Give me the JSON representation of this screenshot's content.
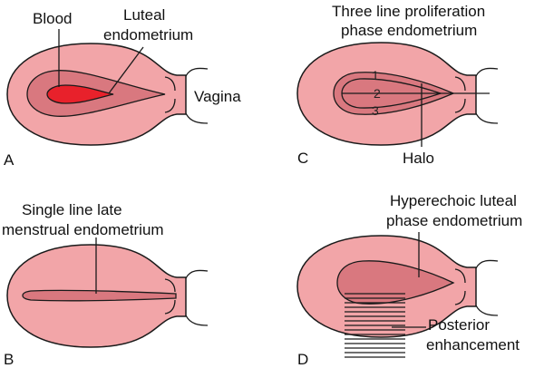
{
  "colors": {
    "uterus_fill": "#f2a5a8",
    "endometrium_fill": "#d9787f",
    "blood_fill": "#e8212b",
    "outline": "#1a1a1a",
    "background": "#ffffff"
  },
  "panels": {
    "a": {
      "letter": "A",
      "blood_label": "Blood",
      "endometrium_label_line1": "Luteal",
      "endometrium_label_line2": "endometrium",
      "vagina_label": "Vagina"
    },
    "b": {
      "letter": "B",
      "label_line1": "Single line late",
      "label_line2": "menstrual endometrium"
    },
    "c": {
      "letter": "C",
      "label_line1": "Three line proliferation",
      "label_line2": "phase endometrium",
      "line_numbers": [
        "1",
        "2",
        "3"
      ],
      "halo_label": "Halo"
    },
    "d": {
      "letter": "D",
      "label_line1": "Hyperechoic luteal",
      "label_line2": "phase endometrium",
      "enhancement_line1": "Posterior",
      "enhancement_line2": "enhancement"
    }
  }
}
